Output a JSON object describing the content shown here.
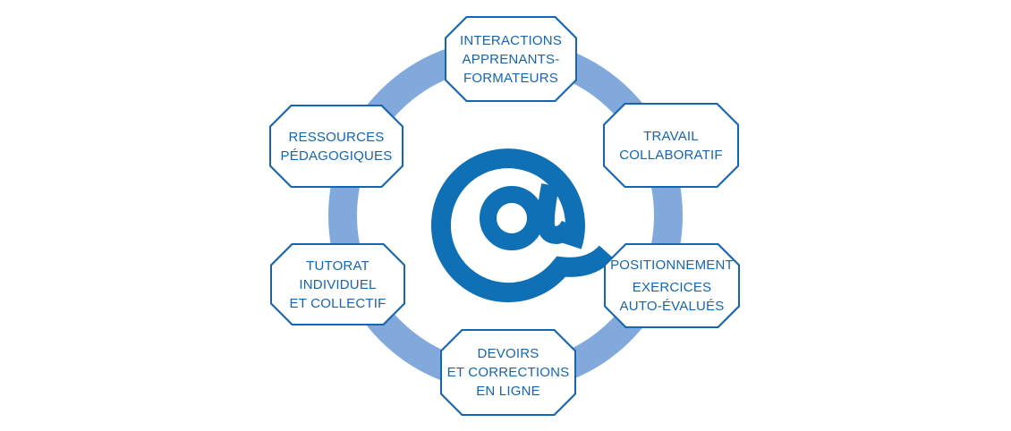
{
  "diagram": {
    "type": "cycle-diagram",
    "center_symbol": "@",
    "colors": {
      "accent": "#1565B0",
      "ring": "#82A9DB",
      "at_blue": "#1070B5",
      "node_fill": "#FFFFFF"
    },
    "nodes": [
      {
        "id": "interactions-apprenants-formateurs",
        "lines": [
          "INTERACTIONS",
          "APPRENANTS-",
          "FORMATEURS"
        ]
      },
      {
        "id": "travail-collaboratif",
        "lines": [
          "TRAVAIL",
          "COLLABORATIF"
        ]
      },
      {
        "id": "positionnement-exercices-auto-evalues",
        "lines": [
          "POSITIONNEMENT",
          "EXERCICES",
          "AUTO-ÉVALUÉS"
        ]
      },
      {
        "id": "devoirs-et-corrections-en-ligne",
        "lines": [
          "DEVOIRS",
          "ET CORRECTIONS",
          "EN LIGNE"
        ]
      },
      {
        "id": "tutorat-individuel-et-collectif",
        "lines": [
          "TUTORAT",
          "INDIVIDUEL",
          "ET COLLECTIF"
        ]
      },
      {
        "id": "ressources-pedagogiques",
        "lines": [
          "RESSOURCES",
          "PÉDAGOGIQUES"
        ]
      }
    ]
  }
}
